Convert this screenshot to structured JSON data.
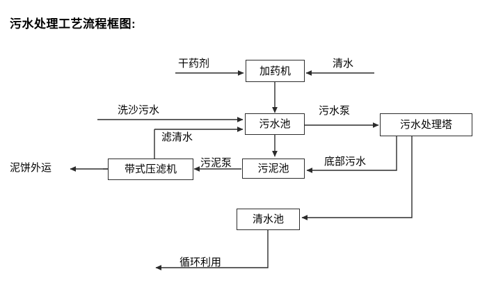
{
  "title": "污水处理工艺流程框图:",
  "colors": {
    "line": "#2b2b2b",
    "box_border": "#2b2b2b",
    "background": "#ffffff",
    "text": "#000000"
  },
  "nodes": [
    {
      "id": "dosing_machine",
      "label": "加药机"
    },
    {
      "id": "sewage_pool",
      "label": "污水池"
    },
    {
      "id": "treatment_tower",
      "label": "污水处理塔"
    },
    {
      "id": "belt_filter_press",
      "label": "带式压滤机"
    },
    {
      "id": "sludge_pool",
      "label": "污泥池"
    },
    {
      "id": "clear_water_pool",
      "label": "清水池"
    }
  ],
  "terminals": [
    {
      "id": "dry_chemical",
      "label": "干药剂"
    },
    {
      "id": "clean_water",
      "label": "清水"
    },
    {
      "id": "sand_wash_sewage",
      "label": "洗沙污水"
    },
    {
      "id": "mud_cake_out",
      "label": "泥饼外运"
    },
    {
      "id": "recycle_use",
      "label": "循环利用"
    }
  ],
  "edge_labels": [
    {
      "id": "sewage_pump",
      "label": "污水泵"
    },
    {
      "id": "filtered_clear_water",
      "label": "滤清水"
    },
    {
      "id": "sludge_pump",
      "label": "污泥泵"
    },
    {
      "id": "bottom_sewage",
      "label": "底部污水"
    }
  ]
}
